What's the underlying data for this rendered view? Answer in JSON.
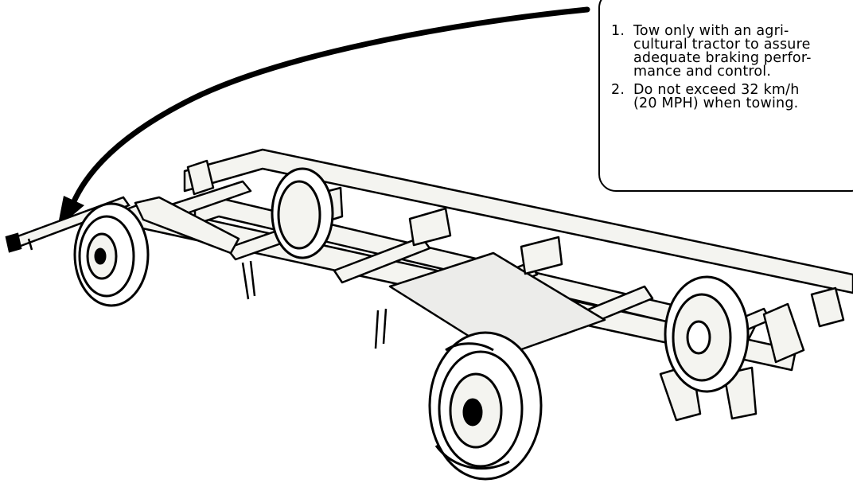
{
  "figure": {
    "colors": {
      "ink": "#000000",
      "paper": "#ffffff",
      "frame_fill": "#f4f4f0"
    }
  },
  "callout": {
    "items": [
      {
        "number": "1.",
        "lines": [
          "Tow only with an agri-",
          "cultural tractor to assure",
          "adequate braking perfor-",
          "mance and control."
        ]
      },
      {
        "number": "2.",
        "lines": [
          "Do not exceed 32 km/h",
          "(20 MPH) when towing."
        ]
      }
    ]
  }
}
